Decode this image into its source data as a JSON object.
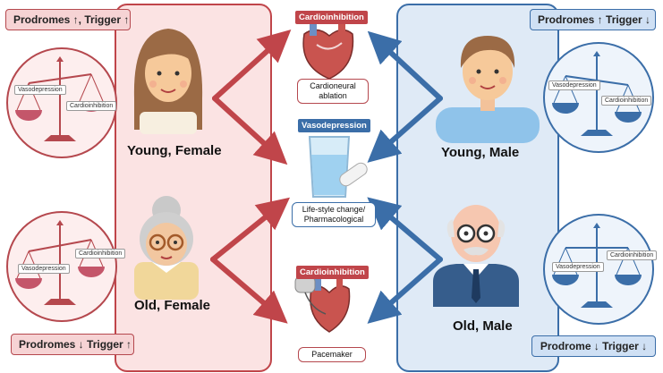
{
  "groups": {
    "young_female": {
      "label": "Young, Female",
      "tag": "Prodromes ↑, Trigger ↑"
    },
    "old_female": {
      "label": "Old, Female",
      "tag": "Prodromes ↓ Trigger ↑"
    },
    "young_male": {
      "label": "Young, Male",
      "tag": "Prodromes ↑ Trigger ↓"
    },
    "old_male": {
      "label": "Old, Male",
      "tag": "Prodrome ↓ Trigger  ↓"
    }
  },
  "scale": {
    "left_label": "Vasodepression",
    "right_label": "Cardioinhibition"
  },
  "center": {
    "top": {
      "header": "Cardioinhibition",
      "caption_line1": "Cardioneural",
      "caption_line2": "ablation"
    },
    "middle": {
      "header": "Vasodepression",
      "caption_line1": "Life-style change/",
      "caption_line2": "Pharmacological"
    },
    "bottom": {
      "header": "Cardioinhibition",
      "caption_line1": "Pacemaker"
    }
  },
  "colors": {
    "female": "#c0454a",
    "male": "#3b6ea8",
    "female_bg": "#fbe3e3",
    "male_bg": "#dfeaf6"
  }
}
